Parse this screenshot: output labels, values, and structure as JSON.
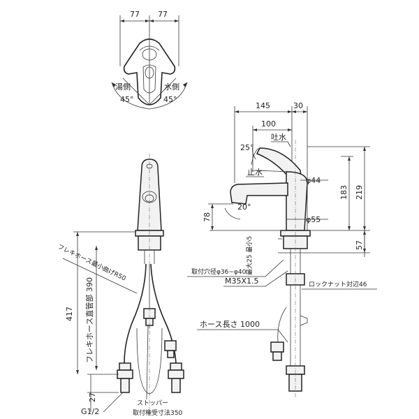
{
  "top_view": {
    "dim_left": "77",
    "dim_right": "77",
    "hot_label": "湯側",
    "cold_label": "水側",
    "angle_left": "45°",
    "angle_right": "45°"
  },
  "side_view": {
    "dim_145": "145",
    "dim_30": "30",
    "dim_100": "100",
    "spout_label": "吐水",
    "angle_25": "25°",
    "stop_label": "止水",
    "dia_44": "φ44",
    "dia_55": "φ55",
    "dim_183": "183",
    "dim_219": "219",
    "dim_78": "78",
    "angle_20": "20°",
    "dim_57": "57",
    "max_min": "最大25 最小5",
    "mount_hole": "取付穴径φ36~φ40",
    "thread": "M35X1.5",
    "locknut": "ロックナット対辺46"
  },
  "front_view": {
    "hose_min_radius": "フレキホース最小曲げR50",
    "hose_straight": "フレキホース直管部 390",
    "dim_417": "417",
    "dim_27": "27",
    "thread_g": "G1/2",
    "hose_length": "ホース長さ 1000",
    "stopper": "ストッパー",
    "stopper_dim": "取付権受寸法350"
  }
}
